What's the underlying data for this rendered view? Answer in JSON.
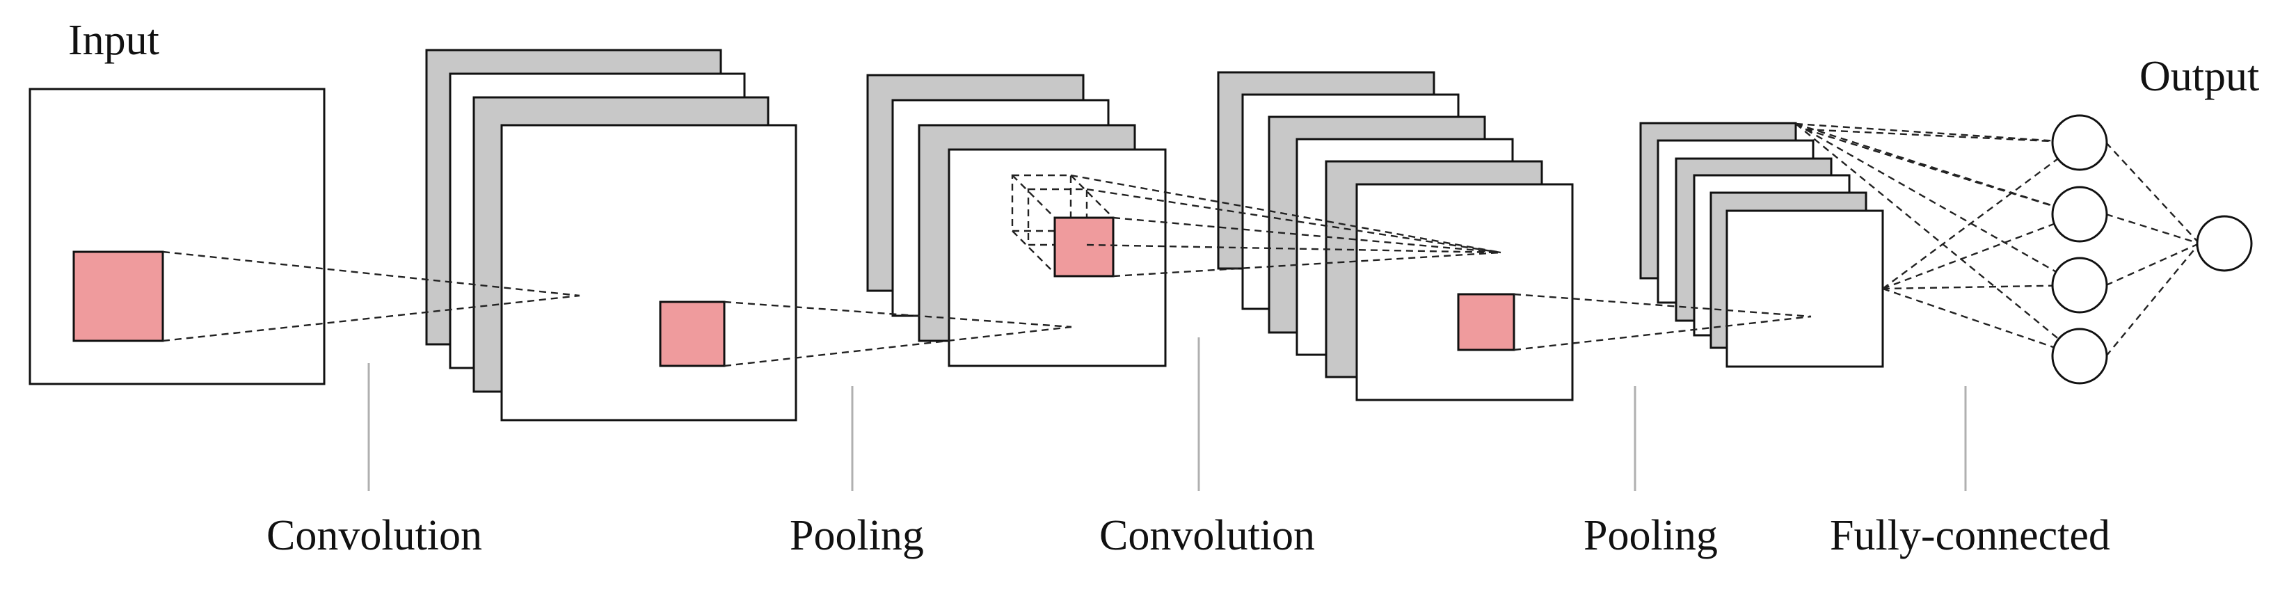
{
  "labels": {
    "input": "Input",
    "output": "Output",
    "convolution_1": "Convolution",
    "pooling_1": "Pooling",
    "convolution_2": "Convolution",
    "pooling_2": "Pooling",
    "fully_connected": "Fully-connected"
  },
  "colors": {
    "background": "#ffffff",
    "feature_map_back": "#c8c8c8",
    "feature_map_front": "#ffffff",
    "receptive_field": "#ef9b9d",
    "stroke": "#111111",
    "separator": "#b0b0b0"
  },
  "network": {
    "hidden_units": 4,
    "output_units": 1
  }
}
